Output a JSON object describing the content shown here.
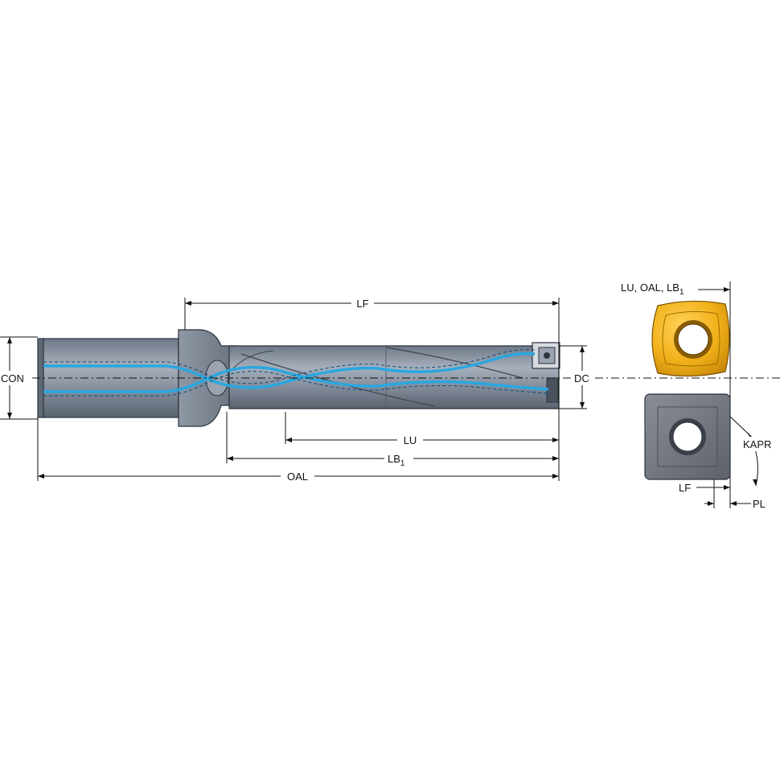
{
  "labels": {
    "lf": "LF",
    "lu": "LU",
    "lb1_main": "LB",
    "lb1_sub": "1",
    "oal": "OAL",
    "con": "CON",
    "dc": "DC",
    "insert_ref_main": "LU, OAL, LB",
    "insert_ref_sub": "1",
    "kapr": "KAPR",
    "insert_lf": "LF",
    "pl": "PL"
  },
  "colors": {
    "body_steel": "#7d8797",
    "body_dark": "#5c6573",
    "body_light": "#a3acb9",
    "coolant": "#2aa7e0",
    "insert_gold": "#f2b11a",
    "insert_gold_dark": "#c98a08",
    "insert_grey": "#6e737c"
  }
}
